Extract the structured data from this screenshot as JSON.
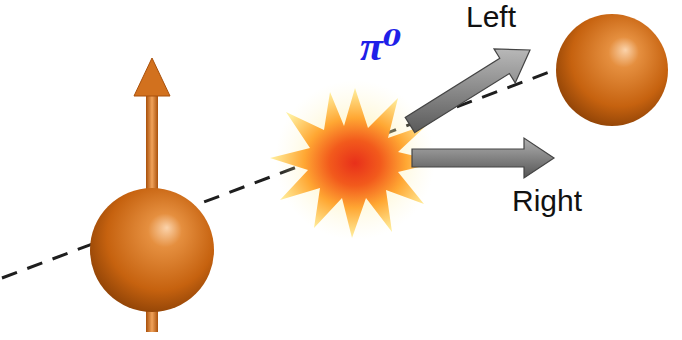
{
  "diagram": {
    "labels": [
      "π⁰",
      "Left",
      "Right"
    ]
  }
}
